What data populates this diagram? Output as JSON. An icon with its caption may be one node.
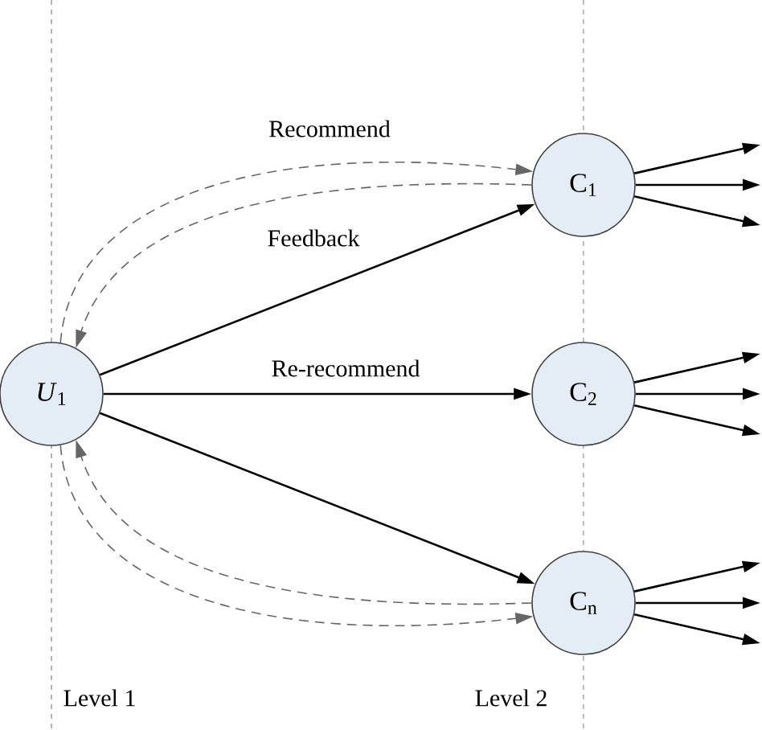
{
  "diagram": {
    "nodes": [
      {
        "text": [
          "*U*$_{1}$"
        ]
      },
      {
        "text": [
          "C$_{1}$"
        ]
      },
      {
        "text": [
          "C$_{2}$"
        ]
      },
      {
        "text": [
          "C$_{n}$"
        ]
      }
    ],
    "edges": [
      {
        "from": 0,
        "to": 1,
        "arrow": "to",
        "style": "dashed",
        "color": "#666666",
        "label": "Recommend"
      },
      {
        "from": 1,
        "to": 0,
        "arrow": "to",
        "style": "dashed",
        "color": "#666666",
        "label": "Feedback"
      },
      {
        "from": 0,
        "to": 1,
        "arrow": "to"
      },
      {
        "from": 0,
        "to": 2,
        "arrow": "to",
        "label": "Re-recommend"
      },
      {
        "from": 0,
        "to": 3,
        "arrow": "to"
      },
      {
        "from": 3,
        "to": 0,
        "arrow": "to",
        "style": "dashed",
        "color": "#666666"
      },
      {
        "from": 0,
        "to": 3,
        "arrow": "to",
        "style": "dashed",
        "color": "#666666"
      },
      {
        "from": 1,
        "to": null,
        "arrow": "to"
      },
      {
        "from": 1,
        "to": null,
        "arrow": "to"
      },
      {
        "from": 1,
        "to": null,
        "arrow": "to"
      },
      {
        "from": 2,
        "to": null,
        "arrow": "to"
      },
      {
        "from": 2,
        "to": null,
        "arrow": "to"
      },
      {
        "from": 2,
        "to": null,
        "arrow": "to"
      },
      {
        "from": 3,
        "to": null,
        "arrow": "to"
      },
      {
        "from": 3,
        "to": null,
        "arrow": "to"
      },
      {
        "from": 3,
        "to": null,
        "arrow": "to"
      }
    ],
    "labels": [
      "Level 1",
      "Level 2"
    ]
  }
}
